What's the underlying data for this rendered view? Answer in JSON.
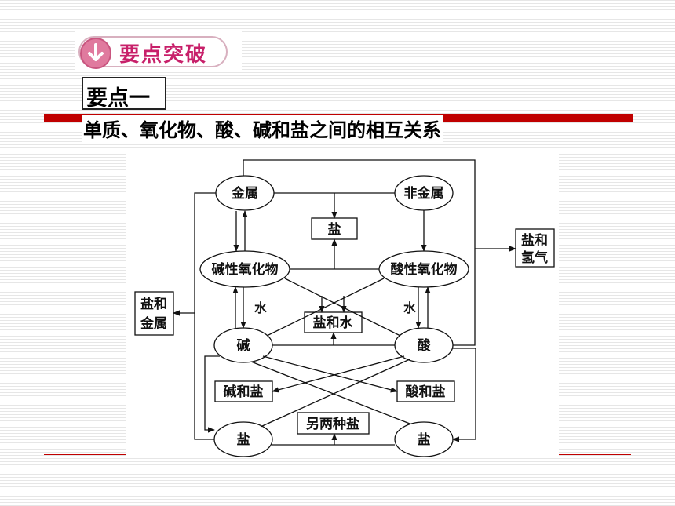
{
  "header": {
    "badge_label": "要点突破",
    "point_label": "要点一",
    "subtitle": "单质、氧化物、酸、碱和盐之间的相互关系"
  },
  "diagram": {
    "nodes": {
      "metal": "金属",
      "nonmetal": "非金属",
      "basic_oxide": "碱性氧化物",
      "acidic_oxide": "酸性氧化物",
      "base": "碱",
      "acid": "酸",
      "salt_left": "盐",
      "salt_right": "盐"
    },
    "boxes": {
      "salt_top": "盐",
      "salt_hydrogen_line1": "盐和",
      "salt_hydrogen_line2": "氢气",
      "salt_metal_line1": "盐和",
      "salt_metal_line2": "金属",
      "salt_water": "盐和水",
      "base_salt": "碱和盐",
      "acid_salt": "酸和盐",
      "two_salts": "另两种盐"
    },
    "labels": {
      "water_left": "水",
      "water_right": "水"
    }
  },
  "colors": {
    "accent_red": "#c00000",
    "badge_pink": "#c8206a"
  }
}
